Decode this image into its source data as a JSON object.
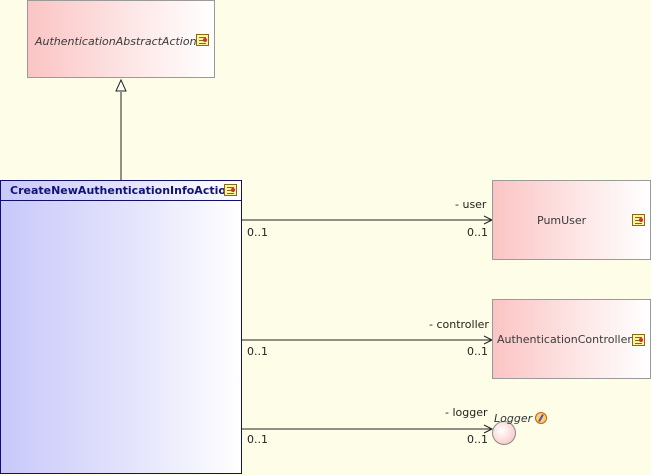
{
  "diagram": {
    "classes": {
      "abstract_action": {
        "name": "AuthenticationAbstractAction",
        "icon": "class-icon"
      },
      "main_action": {
        "name": "CreateNewAuthenticationInfoAction",
        "icon": "class-icon"
      },
      "pum_user": {
        "name": "PumUser",
        "icon": "class-icon"
      },
      "auth_controller": {
        "name": "AuthenticationController",
        "icon": "class-icon"
      }
    },
    "interface": {
      "name": "Logger",
      "icon": "interface-icon"
    },
    "associations": [
      {
        "role": "- user",
        "source_multiplicity": "0..1",
        "target_multiplicity": "0..1"
      },
      {
        "role": "- controller",
        "source_multiplicity": "0..1",
        "target_multiplicity": "0..1"
      },
      {
        "role": "- logger",
        "source_multiplicity": "0..1",
        "target_multiplicity": "0..1"
      }
    ],
    "colors": {
      "background": "#fdfde8",
      "class_fill": "#fbc4c4",
      "selected_class_fill": "#c8c8fa",
      "selected_border": "#10106e",
      "line": "#222222"
    }
  }
}
